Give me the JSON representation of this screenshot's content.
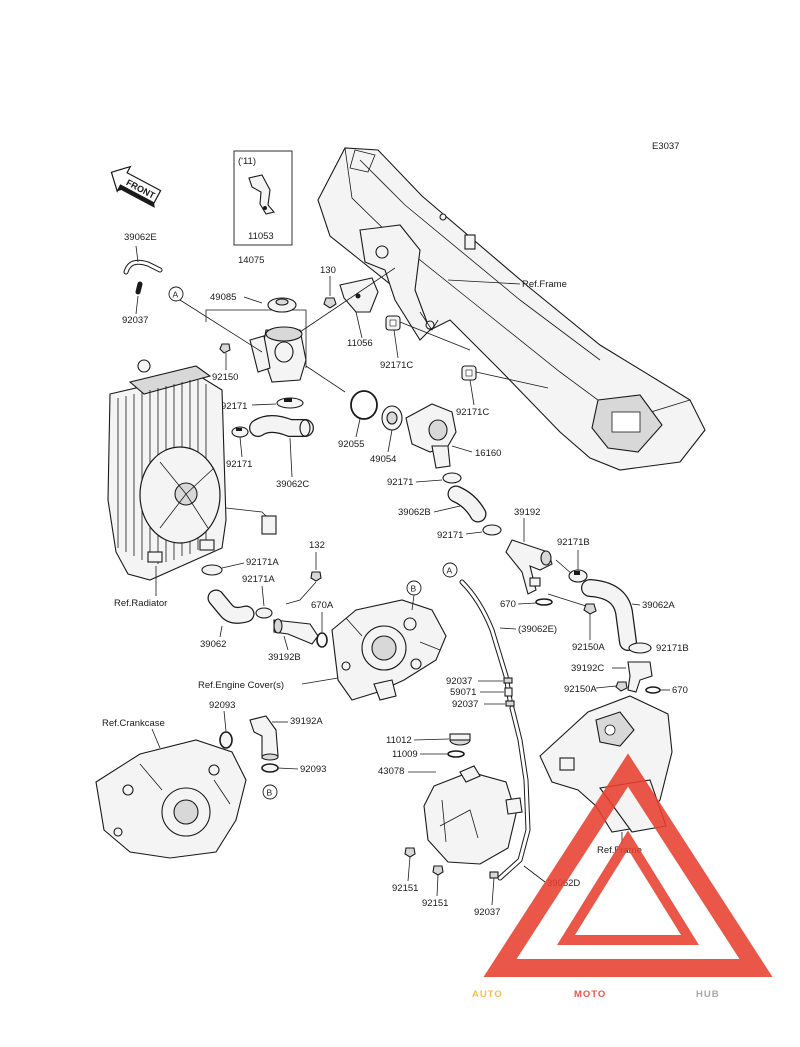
{
  "diagram": {
    "code": "E3037",
    "front_label": "FRONT",
    "year_note": "('11)",
    "callouts": {
      "A": "A",
      "B": "B"
    },
    "references": {
      "frame_top": "Ref.Frame",
      "frame_bottom": "Ref.Frame",
      "radiator": "Ref.Radiator",
      "engine_cover": "Ref.Engine Cover(s)",
      "crankcase": "Ref.Crankcase"
    },
    "parts": {
      "p39062E": "39062E",
      "p92037_top": "92037",
      "p14075": "14075",
      "p49085": "49085",
      "p11053": "11053",
      "p130": "130",
      "p11056": "11056",
      "p92171C_a": "92171C",
      "p92171C_b": "92171C",
      "p92150": "92150",
      "p92171_a": "92171",
      "p92171_b": "92171",
      "p39062C": "39062C",
      "p92055": "92055",
      "p49054": "49054",
      "p16160": "16160",
      "p92171_c": "92171",
      "p39062B": "39062B",
      "p92171_d": "92171",
      "p39192": "39192",
      "p92171B_a": "92171B",
      "p39062A": "39062A",
      "p670": "670",
      "p92150A_a": "92150A",
      "p92171B_b": "92171B",
      "p39192C": "39192C",
      "p92150A_b": "92150A",
      "p670_b": "670",
      "p132": "132",
      "p92171A_a": "92171A",
      "p92171A_b": "92171A",
      "p670A": "670A",
      "p39062": "39062",
      "p39192B": "39192B",
      "p39062E_paren": "(39062E)",
      "p92037_mid": "92037",
      "p59071": "59071",
      "p92037_mid2": "92037",
      "p92093_a": "92093",
      "p39192A": "39192A",
      "p92093_b": "92093",
      "p11012": "11012",
      "p11009": "11009",
      "p43078": "43078",
      "p92151_a": "92151",
      "p92151_b": "92151",
      "p92037_bottom": "92037",
      "p39062D": "39062D"
    }
  },
  "watermark": {
    "part1": "AUTO",
    "part2": "MOTO",
    "part3": "HUB",
    "colors": {
      "auto": "#f4b53a",
      "moto": "#e8402f",
      "hub": "#9a9a9a",
      "triangle": "#e8402f"
    }
  }
}
